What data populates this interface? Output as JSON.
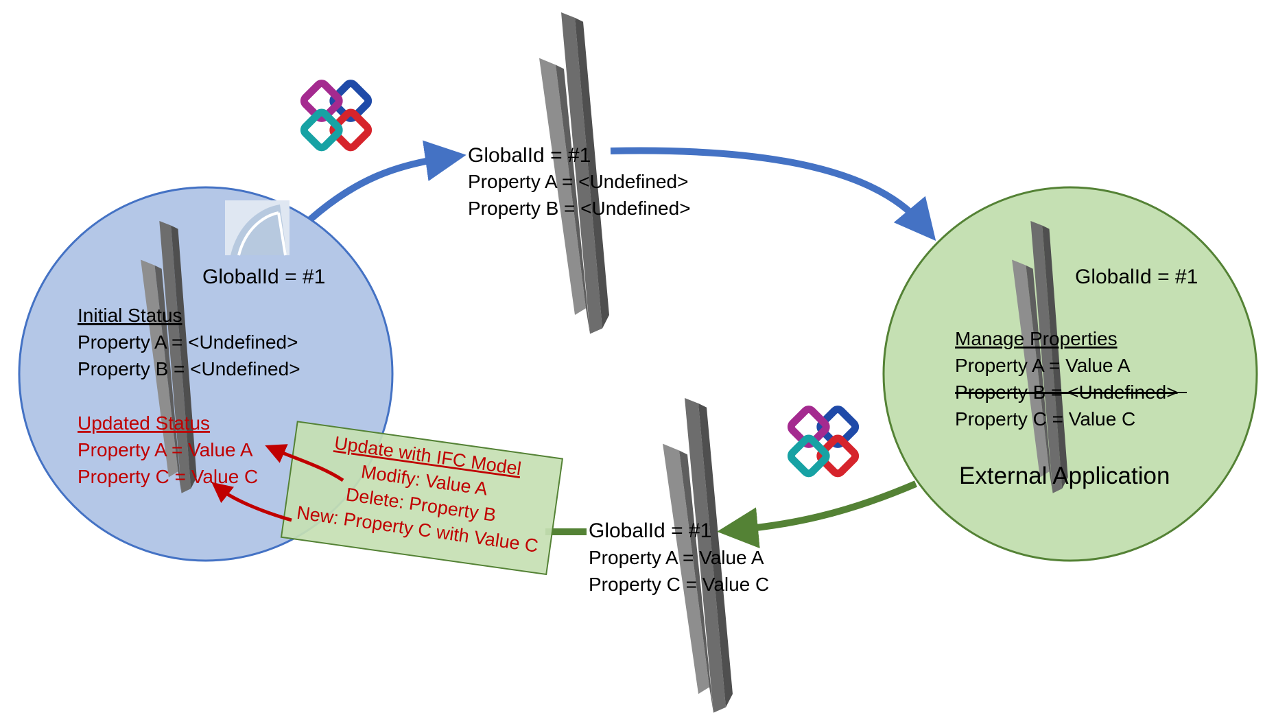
{
  "colors": {
    "revit_circle_fill": "#b4c7e7",
    "revit_circle_stroke": "#4472c4",
    "external_circle_fill": "#c5e0b3",
    "external_circle_stroke": "#548235",
    "update_box_fill": "#c5e0b3",
    "update_box_stroke": "#548235",
    "blue_arrow": "#4472c4",
    "green_arrow": "#548235",
    "red_arrow": "#c00000",
    "red_text": "#c00000",
    "beam_gray": "#8a8a8a"
  },
  "icons": [
    "ifc-logo-icon",
    "revit-logo-icon",
    "steel-beam-icon"
  ],
  "left_circle": {
    "globalid": "GlobalId = #1",
    "initial_heading": "Initial Status",
    "initial_props": [
      "Property A = <Undefined>",
      "Property B = <Undefined>"
    ],
    "updated_heading": "Updated Status",
    "updated_props": [
      "Property A = Value A",
      "Property C = Value C"
    ]
  },
  "top_node": {
    "globalid": "GlobalId = #1",
    "props": [
      "Property A = <Undefined>",
      "Property B = <Undefined>"
    ]
  },
  "right_circle": {
    "globalid": "GlobalId = #1",
    "heading": "Manage Properties",
    "props": [
      "Property A = Value A",
      "Property B = <Undefined>",
      "Property C = Value C"
    ],
    "struck_prop_index": 1,
    "label": "External Application"
  },
  "bottom_node": {
    "globalid": "GlobalId = #1",
    "props": [
      "Property A = Value A",
      "Property C = Value C"
    ]
  },
  "update_box": {
    "heading": "Update with IFC Model",
    "lines": [
      "Modify: Value A",
      "Delete: Property B",
      "New: Property C with Value C"
    ]
  }
}
